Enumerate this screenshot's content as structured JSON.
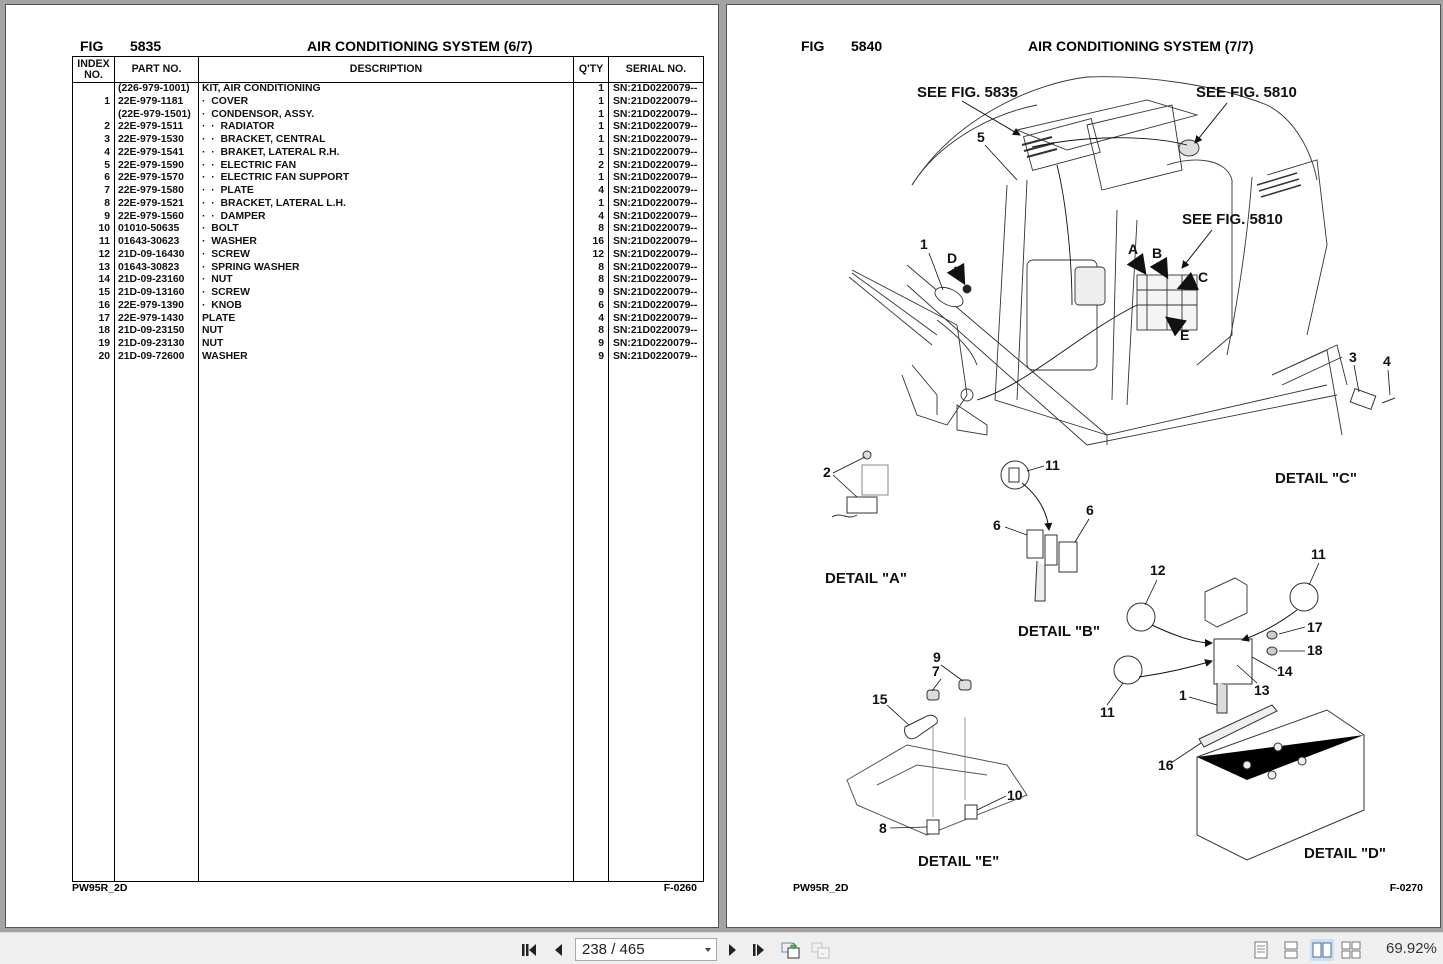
{
  "viewer": {
    "zoom_level": "69.92%",
    "page_indicator": "238 / 465",
    "toolbar": {
      "first_page": "first-page-icon",
      "prev_page": "previous-page-icon",
      "next_page": "next-page-icon",
      "last_page": "last-page-icon",
      "prev_view": "previous-view-icon",
      "next_view": "next-view-icon",
      "view_modes": [
        "single-page-icon",
        "continuous-page-icon",
        "facing-pages-icon",
        "continuous-facing-icon"
      ],
      "active_view_mode": "facing-pages"
    }
  },
  "left_page": {
    "fig_label": "FIG",
    "fig_number": "5835",
    "title": "AIR CONDITIONING SYSTEM (6/7)",
    "columns": {
      "index_line1": "INDEX",
      "index_line2": "NO.",
      "part_no": "PART NO.",
      "description": "DESCRIPTION",
      "qty": "Q'TY",
      "serial": "SERIAL NO."
    },
    "rows": [
      {
        "index": "",
        "part": "(226-979-1001)",
        "desc": "KIT, AIR CONDITIONING",
        "level": 0,
        "qty": "1",
        "serial": "SN:21D0220079--"
      },
      {
        "index": "1",
        "part": "22E-979-1181",
        "desc": "COVER",
        "level": 1,
        "qty": "1",
        "serial": "SN:21D0220079--"
      },
      {
        "index": "",
        "part": "(22E-979-1501)",
        "desc": "CONDENSOR, ASSY.",
        "level": 1,
        "qty": "1",
        "serial": "SN:21D0220079--"
      },
      {
        "index": "2",
        "part": "22E-979-1511",
        "desc": "RADIATOR",
        "level": 2,
        "qty": "1",
        "serial": "SN:21D0220079--"
      },
      {
        "index": "3",
        "part": "22E-979-1530",
        "desc": "BRACKET, CENTRAL",
        "level": 2,
        "qty": "1",
        "serial": "SN:21D0220079--"
      },
      {
        "index": "4",
        "part": "22E-979-1541",
        "desc": "BRAKET, LATERAL R.H.",
        "level": 2,
        "qty": "1",
        "serial": "SN:21D0220079--"
      },
      {
        "index": "5",
        "part": "22E-979-1590",
        "desc": "ELECTRIC FAN",
        "level": 2,
        "qty": "2",
        "serial": "SN:21D0220079--"
      },
      {
        "index": "6",
        "part": "22E-979-1570",
        "desc": "ELECTRIC FAN SUPPORT",
        "level": 2,
        "qty": "1",
        "serial": "SN:21D0220079--"
      },
      {
        "index": "7",
        "part": "22E-979-1580",
        "desc": "PLATE",
        "level": 2,
        "qty": "4",
        "serial": "SN:21D0220079--"
      },
      {
        "index": "8",
        "part": "22E-979-1521",
        "desc": "BRACKET, LATERAL L.H.",
        "level": 2,
        "qty": "1",
        "serial": "SN:21D0220079--"
      },
      {
        "index": "9",
        "part": "22E-979-1560",
        "desc": "DAMPER",
        "level": 2,
        "qty": "4",
        "serial": "SN:21D0220079--"
      },
      {
        "index": "10",
        "part": "01010-50635",
        "desc": "BOLT",
        "level": 1,
        "qty": "8",
        "serial": "SN:21D0220079--"
      },
      {
        "index": "11",
        "part": "01643-30623",
        "desc": "WASHER",
        "level": 1,
        "qty": "16",
        "serial": "SN:21D0220079--"
      },
      {
        "index": "12",
        "part": "21D-09-16430",
        "desc": "SCREW",
        "level": 1,
        "qty": "12",
        "serial": "SN:21D0220079--"
      },
      {
        "index": "13",
        "part": "01643-30823",
        "desc": "SPRING WASHER",
        "level": 1,
        "qty": "8",
        "serial": "SN:21D0220079--"
      },
      {
        "index": "14",
        "part": "21D-09-23160",
        "desc": "NUT",
        "level": 1,
        "qty": "8",
        "serial": "SN:21D0220079--"
      },
      {
        "index": "15",
        "part": "21D-09-13160",
        "desc": "SCREW",
        "level": 1,
        "qty": "9",
        "serial": "SN:21D0220079--"
      },
      {
        "index": "16",
        "part": "22E-979-1390",
        "desc": "KNOB",
        "level": 1,
        "qty": "6",
        "serial": "SN:21D0220079--"
      },
      {
        "index": "17",
        "part": "22E-979-1430",
        "desc": "PLATE",
        "level": 0,
        "qty": "4",
        "serial": "SN:21D0220079--"
      },
      {
        "index": "18",
        "part": "21D-09-23150",
        "desc": "NUT",
        "level": 0,
        "qty": "8",
        "serial": "SN:21D0220079--"
      },
      {
        "index": "19",
        "part": "21D-09-23130",
        "desc": "NUT",
        "level": 0,
        "qty": "9",
        "serial": "SN:21D0220079--"
      },
      {
        "index": "20",
        "part": "21D-09-72600",
        "desc": "WASHER",
        "level": 0,
        "qty": "9",
        "serial": "SN:21D0220079--"
      }
    ],
    "footer_left": "PW95R_2D",
    "footer_right": "F-0260"
  },
  "right_page": {
    "fig_label": "FIG",
    "fig_number": "5840",
    "title": "AIR CONDITIONING SYSTEM (7/7)",
    "references": [
      "SEE FIG. 5835",
      "SEE FIG. 5810",
      "SEE FIG. 5810"
    ],
    "detail_labels": [
      "DETAIL \"A\"",
      "DETAIL \"B\"",
      "DETAIL \"C\"",
      "DETAIL \"D\"",
      "DETAIL \"E\""
    ],
    "callouts": {
      "main": [
        "5",
        "1",
        "D",
        "A",
        "B",
        "C",
        "E"
      ],
      "detail_a": [
        "2"
      ],
      "detail_b": [
        "11",
        "6",
        "6"
      ],
      "detail_c": [
        "3",
        "4"
      ],
      "detail_d": [
        "12",
        "11",
        "17",
        "18",
        "14",
        "13",
        "1",
        "11",
        "16"
      ],
      "detail_e": [
        "9",
        "7",
        "15",
        "10",
        "8"
      ]
    },
    "footer_left": "PW95R_2D",
    "footer_right": "F-0270"
  }
}
